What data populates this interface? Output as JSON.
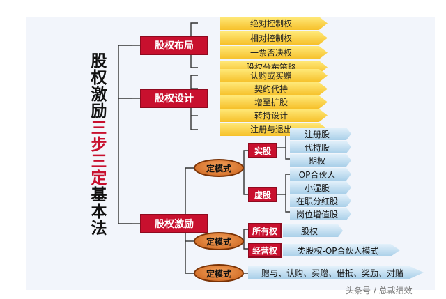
{
  "title": {
    "line1": [
      "股",
      "权",
      "激",
      "励"
    ],
    "line2": [
      "三",
      "步",
      "三",
      "定"
    ],
    "line3": [
      "基",
      "本",
      "法"
    ]
  },
  "categories": {
    "layout": "股权布局",
    "design": "股权设计",
    "incentive": "股权激励"
  },
  "layout_items": [
    "绝对控制权",
    "相对控制权",
    "一票否决权",
    "股权分布策略"
  ],
  "design_items": [
    "认购或买赠",
    "契约代持",
    "增至扩股",
    "转持设计",
    "注册与退出"
  ],
  "incentive": {
    "mode1": {
      "label": "定模式",
      "real": {
        "label": "实股",
        "items": [
          "注册股",
          "代持股",
          "期权"
        ]
      },
      "virtual": {
        "label": "虚股",
        "items": [
          "OP合伙人",
          "小湿股",
          "在职分红股",
          "岗位增值股"
        ]
      }
    },
    "mode2": {
      "label": "定模式",
      "ownership": {
        "label": "所有权",
        "item": "股权"
      },
      "management": {
        "label": "经营权",
        "item": "类股权-OP合伙人模式"
      }
    },
    "mode3": {
      "label": "定模式",
      "item": "赠与、认购、买赠、借抵、奖励、对赌"
    }
  },
  "watermark": "头条号 / 总裁绩效",
  "colors": {
    "red": "#c8102e",
    "yellow": "#f6c02a",
    "blue": "#a9cfe9",
    "orange": "#e07b2c",
    "line": "#333333"
  }
}
